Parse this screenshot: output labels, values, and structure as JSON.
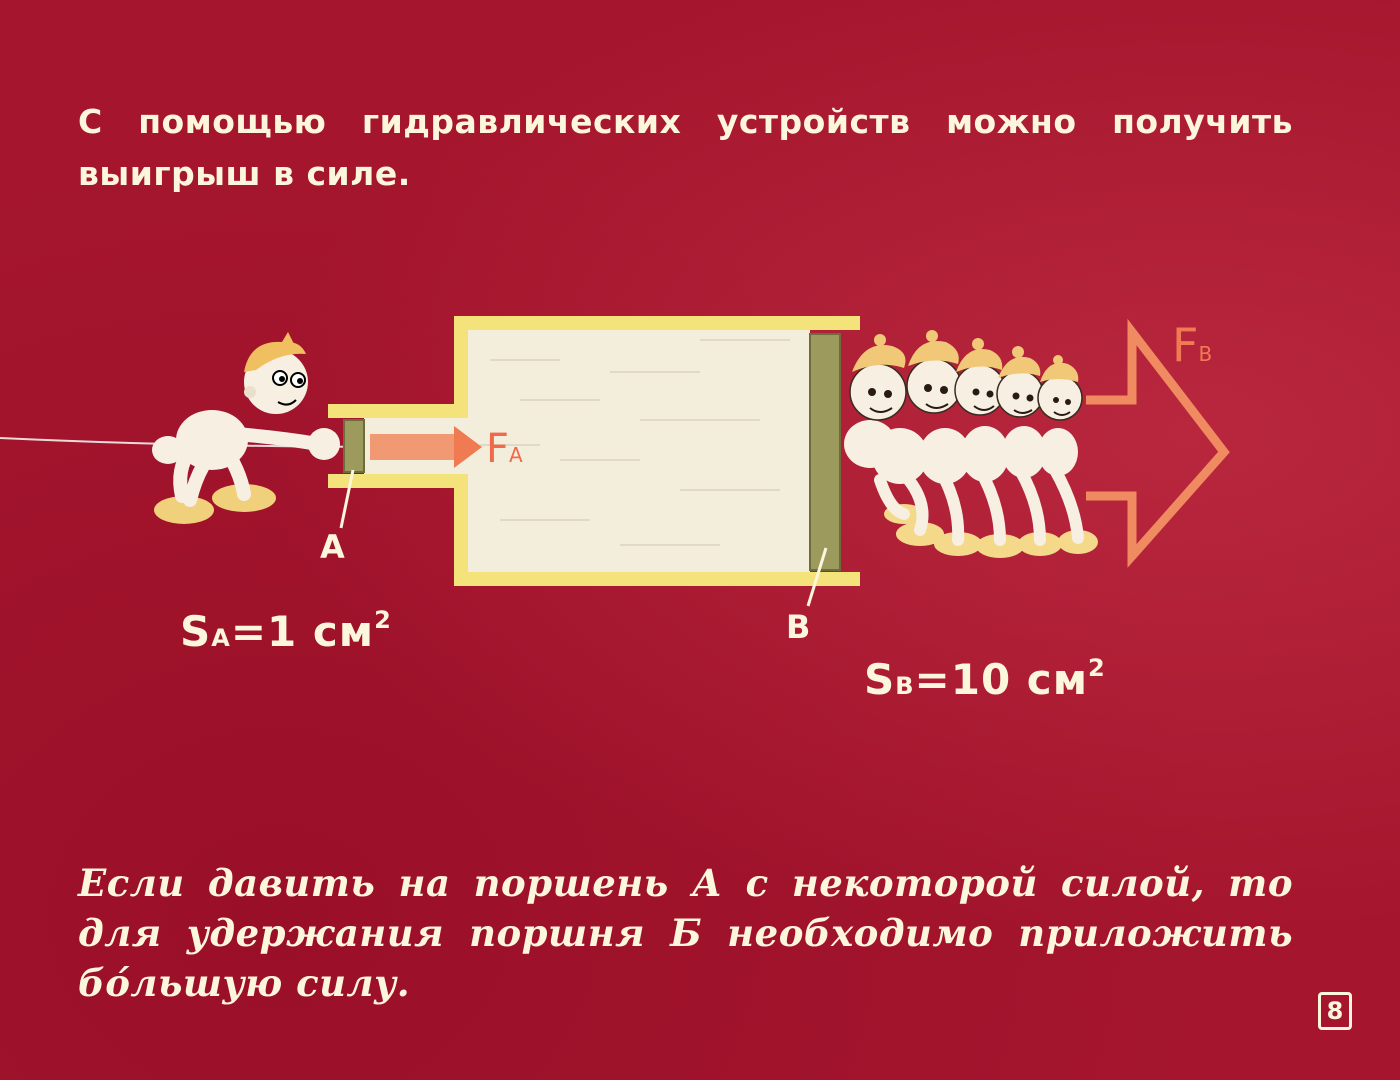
{
  "heading": "С помощью гидравлических устройств можно получить выигрыш в силе.",
  "caption": "Если давить на поршень А с некоторой силой, то для удержания поршня Б необходимо приложить бо́льшую силу.",
  "labels": {
    "piston_a": "А",
    "piston_b": "В"
  },
  "formula_a": {
    "symbol": "S",
    "sub": "A",
    "rest": "=1 см",
    "sup": "2"
  },
  "formula_b": {
    "symbol": "S",
    "sub": "B",
    "rest": "=10 см",
    "sup": "2"
  },
  "force_a": {
    "symbol": "F",
    "sub": "A"
  },
  "force_b": {
    "symbol": "F",
    "sub": "B"
  },
  "page_number": "8",
  "colors": {
    "background": "#a5162e",
    "text": "#fcf6dc",
    "cylinder_wall": "#f4e27a",
    "fluid": "#f3eedb",
    "piston": "#9c9a5c",
    "arrow": "#f08a60"
  },
  "illustrations": {
    "left_figure": "single cartoon boy pushing piston A",
    "right_figure": "group of cartoon boys holding piston B"
  }
}
